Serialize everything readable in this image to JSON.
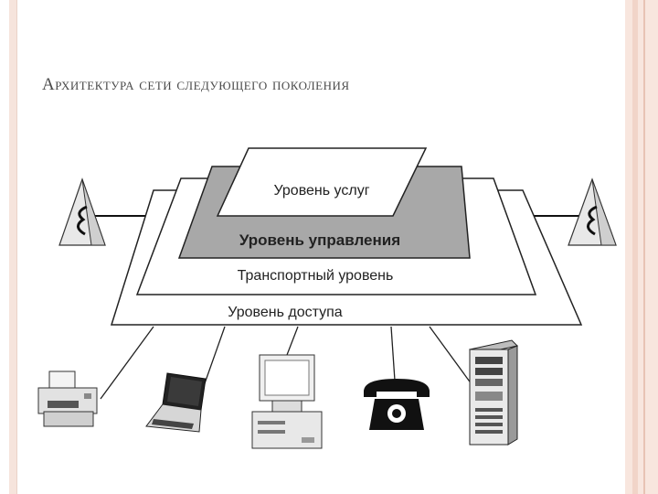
{
  "title": "Архитектура сети следующего поколения",
  "levels": {
    "services": "Уровень услуг",
    "control": "Уровень управления",
    "transport": "Транспортный уровень",
    "access": "Уровень доступа"
  },
  "icons": [
    "pyramid-icon",
    "printer-icon",
    "laptop-icon",
    "desktop-pc-icon",
    "telephone-icon",
    "server-icon"
  ],
  "colors": {
    "control_layer": "#a8a8a8",
    "frame_accent": "#f1d4c8"
  }
}
